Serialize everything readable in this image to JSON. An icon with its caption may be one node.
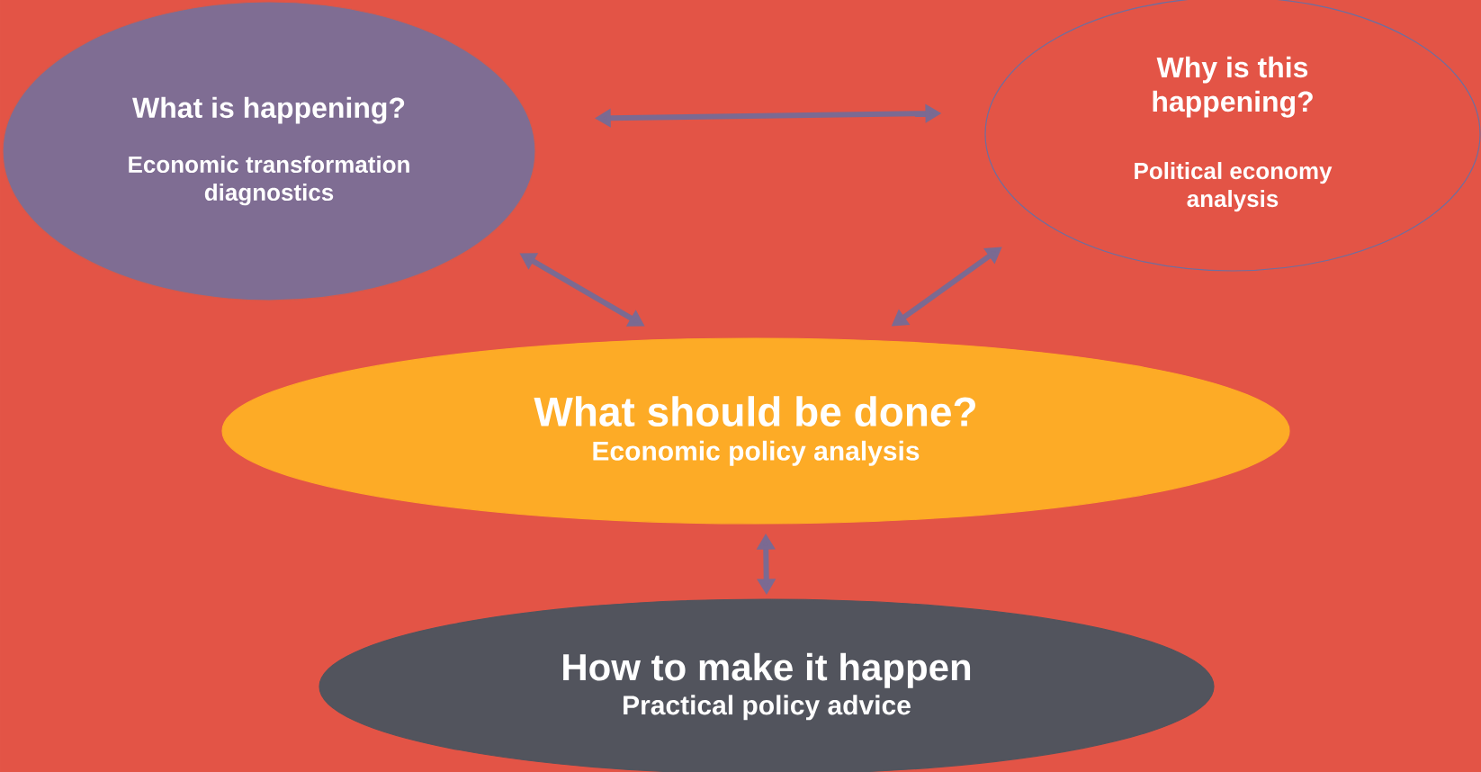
{
  "diagram": {
    "nodes": [
      {
        "text": [
          "What is happening?",
          "Economic transformation diagnostics"
        ]
      },
      {
        "text": [
          "Why is this happening?",
          "Political economy analysis"
        ]
      },
      {
        "text": [
          "What should be done?",
          "Economic policy analysis"
        ]
      },
      {
        "text": [
          "How to make it happen",
          "Practical policy advice"
        ]
      }
    ],
    "edges": [
      {
        "from": 0,
        "to": 1,
        "arrow": "both"
      },
      {
        "from": 0,
        "to": 2,
        "arrow": "both"
      },
      {
        "from": 1,
        "to": 2,
        "arrow": "both"
      },
      {
        "from": 2,
        "to": 3,
        "arrow": "both"
      }
    ]
  }
}
